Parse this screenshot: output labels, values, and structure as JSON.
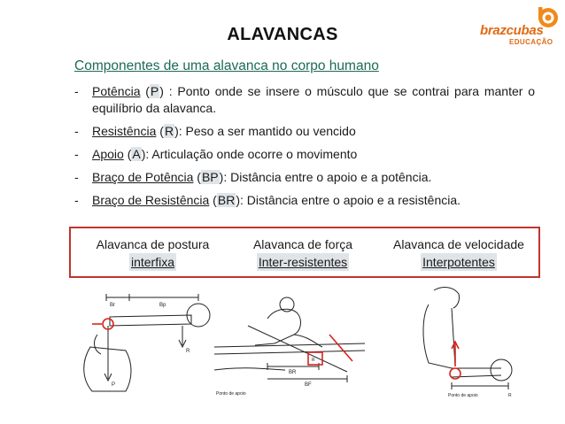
{
  "slide": {
    "title": "ALAVANCAS",
    "logo": {
      "word": "brazcubas",
      "sub": "EDUCAÇÃO",
      "accent": "#e06a14"
    },
    "subtitle": "Componentes de uma alavanca no corpo humano",
    "bullets": [
      {
        "dash": "-",
        "term": "Potência",
        "pre": " (",
        "abbr": "P",
        "post": ")",
        "desc": " : Ponto onde se insere o músculo que se contrai para manter o equilíbrio da alavanca."
      },
      {
        "dash": "-",
        "term": "Resistência",
        "pre": " (",
        "abbr": "R",
        "post": ")",
        "desc": ": Peso a ser mantido ou vencido"
      },
      {
        "dash": "-",
        "term": "Apoio",
        "pre": " (",
        "abbr": "A",
        "post": ")",
        "desc": ": Articulação onde ocorre o movimento"
      },
      {
        "dash": "-",
        "term": "Braço de Potência",
        "pre": " (",
        "abbr": "BP",
        "post": "):",
        "desc": " Distância entre o apoio e a potência."
      },
      {
        "dash": "-",
        "term": "Braço de Resistência",
        "pre": " (",
        "abbr": "BR",
        "post": "):",
        "desc": " Distância entre o apoio e a resistência."
      }
    ],
    "lever_types": [
      {
        "name": "Alavanca de postura",
        "sub": "interfixa"
      },
      {
        "name": "Alavanca de força",
        "sub": "Inter-resistentes"
      },
      {
        "name": "Alavanca de velocidade",
        "sub": "Interpotentes"
      }
    ],
    "figure_labels": {
      "fig1": [
        "Br",
        "Bp",
        "R",
        "P"
      ],
      "fig2": [
        "BR",
        "BF",
        "Ponto de apoio",
        "R"
      ],
      "fig3": [
        "Ponto de apoio",
        "R"
      ]
    },
    "colors": {
      "title": "#111111",
      "subtitle": "#1d6a56",
      "box_border": "#c0352f",
      "highlight": "#dfe4e8",
      "marker": "#d7261e"
    }
  }
}
